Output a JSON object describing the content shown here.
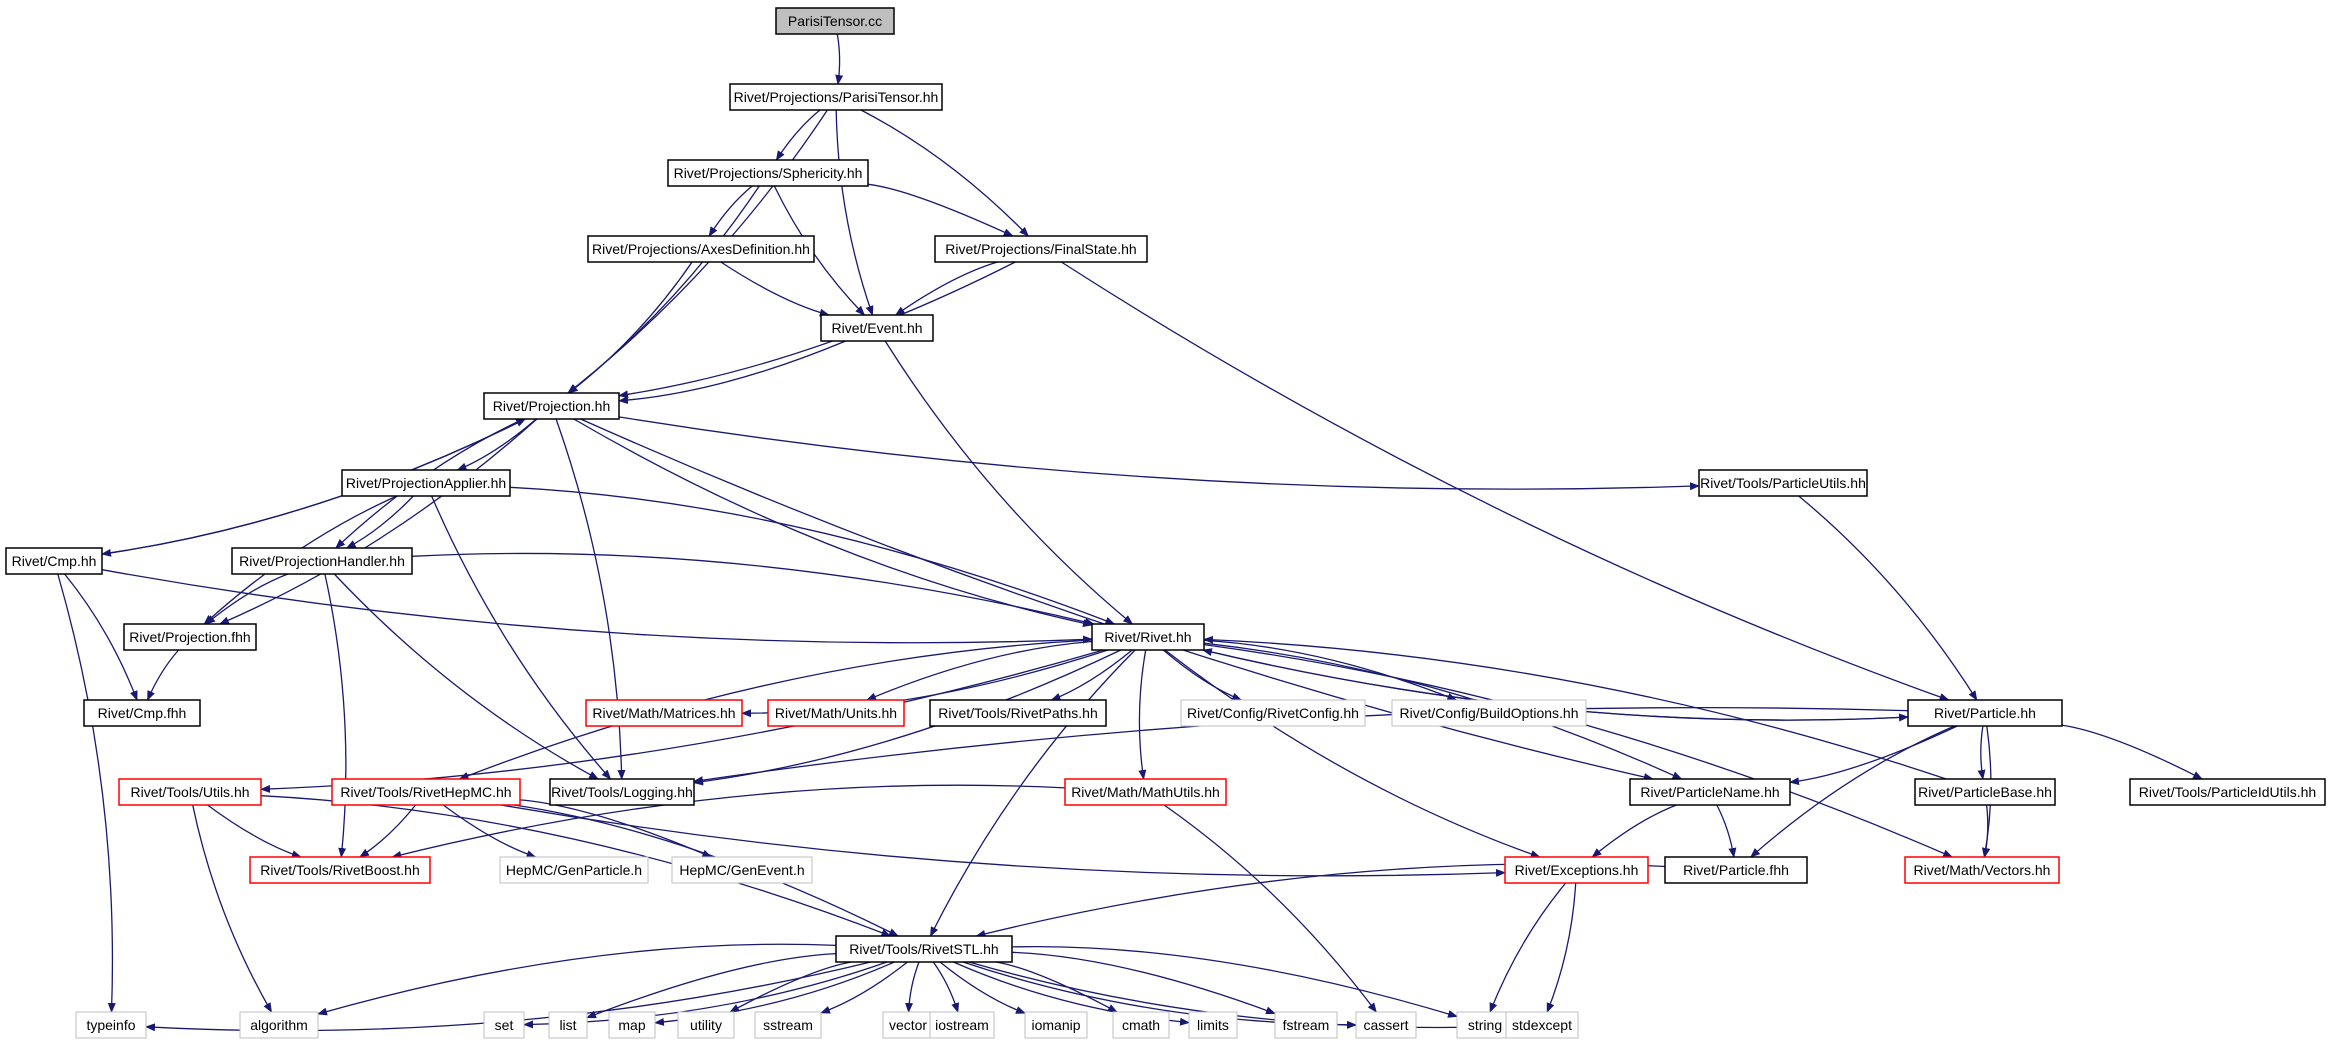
{
  "colors": {
    "edge": "#191970",
    "node_border_documented": "#000000",
    "node_border_undocumented": "#ff0000",
    "node_border_external": "#bfbfbf",
    "node_fill_root": "#bfbfbf",
    "node_fill": "#ffffff",
    "text": "#000000"
  },
  "graph": {
    "nodes": [
      {
        "id": "n0",
        "label": "ParisiTensor.cc",
        "kind": "root"
      },
      {
        "id": "n1",
        "label": "Rivet/Projections/ParisiTensor.hh",
        "kind": "doc"
      },
      {
        "id": "n2",
        "label": "Rivet/Projections/Sphericity.hh",
        "kind": "doc"
      },
      {
        "id": "n3",
        "label": "Rivet/Projections/AxesDefinition.hh",
        "kind": "doc"
      },
      {
        "id": "n4",
        "label": "Rivet/Projections/FinalState.hh",
        "kind": "doc"
      },
      {
        "id": "n5",
        "label": "Rivet/Event.hh",
        "kind": "doc"
      },
      {
        "id": "n6",
        "label": "Rivet/Projection.hh",
        "kind": "doc"
      },
      {
        "id": "n7",
        "label": "Rivet/ProjectionApplier.hh",
        "kind": "doc"
      },
      {
        "id": "n8",
        "label": "Rivet/Tools/ParticleUtils.hh",
        "kind": "doc"
      },
      {
        "id": "n9",
        "label": "Rivet/Cmp.hh",
        "kind": "doc"
      },
      {
        "id": "n10",
        "label": "Rivet/ProjectionHandler.hh",
        "kind": "doc"
      },
      {
        "id": "n11",
        "label": "Rivet/Projection.fhh",
        "kind": "doc"
      },
      {
        "id": "n12",
        "label": "Rivet/Rivet.hh",
        "kind": "doc"
      },
      {
        "id": "n13",
        "label": "Rivet/Cmp.fhh",
        "kind": "doc"
      },
      {
        "id": "n14",
        "label": "Rivet/Math/Matrices.hh",
        "kind": "red"
      },
      {
        "id": "n15",
        "label": "Rivet/Math/Units.hh",
        "kind": "red"
      },
      {
        "id": "n16",
        "label": "Rivet/Tools/RivetPaths.hh",
        "kind": "doc"
      },
      {
        "id": "n17",
        "label": "Rivet/Config/RivetConfig.hh",
        "kind": "ext"
      },
      {
        "id": "n18",
        "label": "Rivet/Config/BuildOptions.hh",
        "kind": "ext"
      },
      {
        "id": "n19",
        "label": "Rivet/Particle.hh",
        "kind": "doc"
      },
      {
        "id": "n20",
        "label": "Rivet/Tools/Utils.hh",
        "kind": "red"
      },
      {
        "id": "n21",
        "label": "Rivet/Tools/RivetHepMC.hh",
        "kind": "red"
      },
      {
        "id": "n22",
        "label": "Rivet/Tools/Logging.hh",
        "kind": "doc"
      },
      {
        "id": "n23",
        "label": "Rivet/Math/MathUtils.hh",
        "kind": "red"
      },
      {
        "id": "n24",
        "label": "Rivet/ParticleName.hh",
        "kind": "doc"
      },
      {
        "id": "n25",
        "label": "Rivet/ParticleBase.hh",
        "kind": "doc"
      },
      {
        "id": "n26",
        "label": "Rivet/Tools/ParticleIdUtils.hh",
        "kind": "doc"
      },
      {
        "id": "n27",
        "label": "Rivet/Tools/RivetBoost.hh",
        "kind": "red"
      },
      {
        "id": "n28",
        "label": "HepMC/GenParticle.h",
        "kind": "ext"
      },
      {
        "id": "n29",
        "label": "HepMC/GenEvent.h",
        "kind": "ext"
      },
      {
        "id": "n30",
        "label": "Rivet/Exceptions.hh",
        "kind": "red"
      },
      {
        "id": "n31",
        "label": "Rivet/Particle.fhh",
        "kind": "doc"
      },
      {
        "id": "n32",
        "label": "Rivet/Math/Vectors.hh",
        "kind": "red"
      },
      {
        "id": "n33",
        "label": "Rivet/Tools/RivetSTL.hh",
        "kind": "doc"
      },
      {
        "id": "n34",
        "label": "typeinfo",
        "kind": "ext"
      },
      {
        "id": "n35",
        "label": "algorithm",
        "kind": "ext"
      },
      {
        "id": "n36",
        "label": "set",
        "kind": "ext"
      },
      {
        "id": "n37",
        "label": "list",
        "kind": "ext"
      },
      {
        "id": "n38",
        "label": "map",
        "kind": "ext"
      },
      {
        "id": "n39",
        "label": "utility",
        "kind": "ext"
      },
      {
        "id": "n40",
        "label": "sstream",
        "kind": "ext"
      },
      {
        "id": "n41",
        "label": "vector",
        "kind": "ext"
      },
      {
        "id": "n42",
        "label": "iostream",
        "kind": "ext"
      },
      {
        "id": "n43",
        "label": "iomanip",
        "kind": "ext"
      },
      {
        "id": "n44",
        "label": "cmath",
        "kind": "ext"
      },
      {
        "id": "n45",
        "label": "limits",
        "kind": "ext"
      },
      {
        "id": "n46",
        "label": "fstream",
        "kind": "ext"
      },
      {
        "id": "n47",
        "label": "cassert",
        "kind": "ext"
      },
      {
        "id": "n48",
        "label": "string",
        "kind": "ext"
      },
      {
        "id": "n49",
        "label": "stdexcept",
        "kind": "ext"
      }
    ],
    "edges": [
      [
        "n0",
        "n1"
      ],
      [
        "n1",
        "n2"
      ],
      [
        "n1",
        "n6"
      ],
      [
        "n1",
        "n5"
      ],
      [
        "n1",
        "n4"
      ],
      [
        "n2",
        "n3"
      ],
      [
        "n2",
        "n6"
      ],
      [
        "n2",
        "n5"
      ],
      [
        "n2",
        "n4"
      ],
      [
        "n3",
        "n5"
      ],
      [
        "n3",
        "n6"
      ],
      [
        "n4",
        "n5"
      ],
      [
        "n4",
        "n6"
      ],
      [
        "n4",
        "n19"
      ],
      [
        "n5",
        "n6"
      ],
      [
        "n5",
        "n12"
      ],
      [
        "n6",
        "n7"
      ],
      [
        "n6",
        "n8"
      ],
      [
        "n6",
        "n9"
      ],
      [
        "n6",
        "n10"
      ],
      [
        "n6",
        "n11"
      ],
      [
        "n6",
        "n12"
      ],
      [
        "n6",
        "n22"
      ],
      [
        "n6",
        "n24"
      ],
      [
        "n7",
        "n10"
      ],
      [
        "n7",
        "n11"
      ],
      [
        "n7",
        "n12"
      ],
      [
        "n7",
        "n22"
      ],
      [
        "n8",
        "n19"
      ],
      [
        "n9",
        "n6"
      ],
      [
        "n9",
        "n13"
      ],
      [
        "n9",
        "n12"
      ],
      [
        "n9",
        "n34"
      ],
      [
        "n10",
        "n11"
      ],
      [
        "n10",
        "n12"
      ],
      [
        "n10",
        "n22"
      ],
      [
        "n10",
        "n27"
      ],
      [
        "n11",
        "n13"
      ],
      [
        "n12",
        "n14"
      ],
      [
        "n12",
        "n15"
      ],
      [
        "n12",
        "n16"
      ],
      [
        "n12",
        "n17"
      ],
      [
        "n12",
        "n18"
      ],
      [
        "n12",
        "n19"
      ],
      [
        "n12",
        "n20"
      ],
      [
        "n12",
        "n21"
      ],
      [
        "n12",
        "n22"
      ],
      [
        "n12",
        "n23"
      ],
      [
        "n12",
        "n24"
      ],
      [
        "n12",
        "n30"
      ],
      [
        "n12",
        "n32"
      ],
      [
        "n12",
        "n33"
      ],
      [
        "n19",
        "n12"
      ],
      [
        "n19",
        "n22"
      ],
      [
        "n19",
        "n24"
      ],
      [
        "n19",
        "n25"
      ],
      [
        "n19",
        "n26"
      ],
      [
        "n19",
        "n31"
      ],
      [
        "n19",
        "n32"
      ],
      [
        "n20",
        "n27"
      ],
      [
        "n20",
        "n33"
      ],
      [
        "n20",
        "n35"
      ],
      [
        "n21",
        "n27"
      ],
      [
        "n21",
        "n28"
      ],
      [
        "n21",
        "n29"
      ],
      [
        "n21",
        "n30"
      ],
      [
        "n21",
        "n33"
      ],
      [
        "n23",
        "n27"
      ],
      [
        "n23",
        "n47"
      ],
      [
        "n24",
        "n30"
      ],
      [
        "n24",
        "n31"
      ],
      [
        "n25",
        "n12"
      ],
      [
        "n25",
        "n32"
      ],
      [
        "n30",
        "n48"
      ],
      [
        "n30",
        "n49"
      ],
      [
        "n31",
        "n33"
      ],
      [
        "n33",
        "n34"
      ],
      [
        "n33",
        "n35"
      ],
      [
        "n33",
        "n36"
      ],
      [
        "n33",
        "n37"
      ],
      [
        "n33",
        "n38"
      ],
      [
        "n33",
        "n39"
      ],
      [
        "n33",
        "n40"
      ],
      [
        "n33",
        "n41"
      ],
      [
        "n33",
        "n42"
      ],
      [
        "n33",
        "n43"
      ],
      [
        "n33",
        "n44"
      ],
      [
        "n33",
        "n45"
      ],
      [
        "n33",
        "n46"
      ],
      [
        "n33",
        "n47"
      ],
      [
        "n33",
        "n48"
      ],
      [
        "n33",
        "n49"
      ]
    ]
  }
}
